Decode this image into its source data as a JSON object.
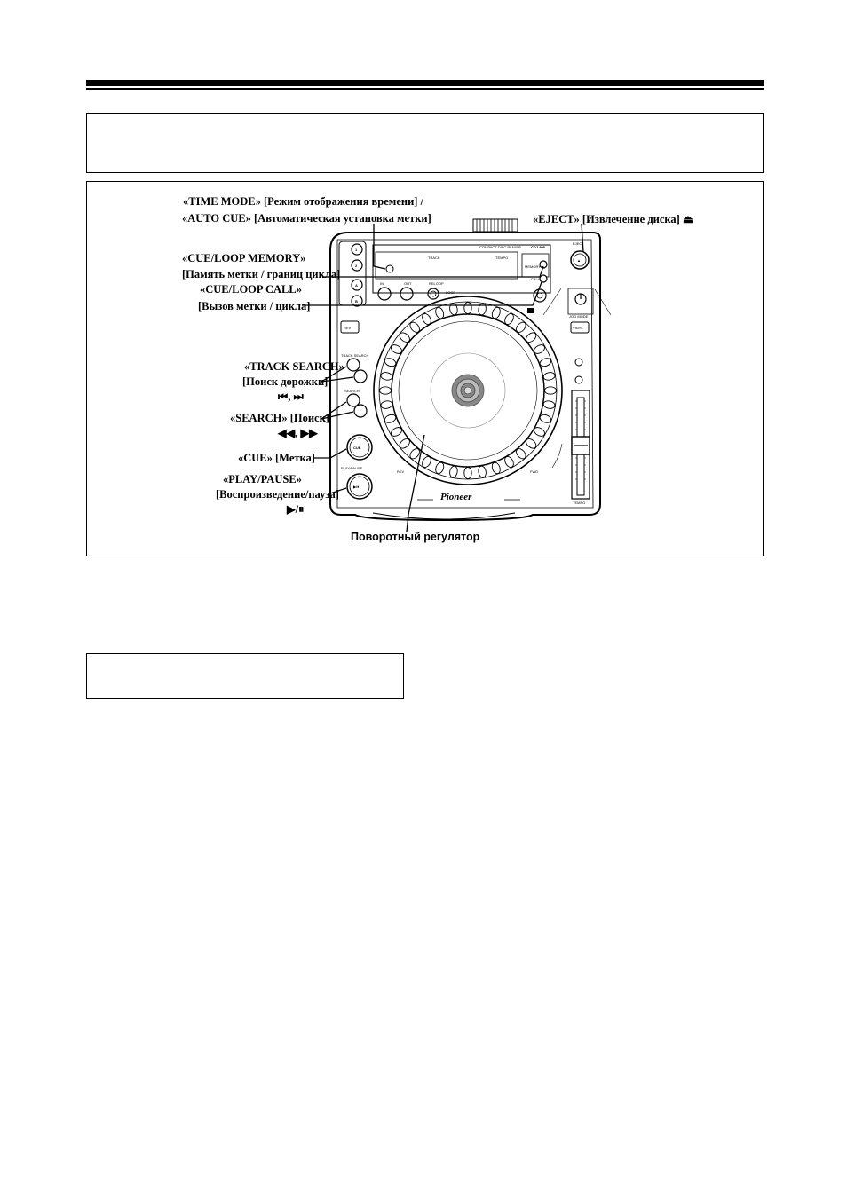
{
  "labels": {
    "time_mode": "«TIME MODE» [Режим отображения времени] /",
    "auto_cue": "«AUTO CUE» [Автоматическая установка метки]",
    "cue_loop_memory": "«CUE/LOOP MEMORY»",
    "cue_loop_memory_ru": "[Память метки / границ цикла]",
    "cue_loop_call": "«CUE/LOOP CALL»",
    "cue_loop_call_ru": "[Вызов метки / цикла]",
    "track_search": "«TRACK SEARCH»",
    "track_search_ru": "[Поиск дорожки]",
    "track_search_sym": "⏮, ⏭",
    "search": "«SEARCH» [Поиск]",
    "search_sym": "◀◀, ▶▶",
    "cue": "«CUE» [Метка]",
    "play_pause": "«PLAY/PAUSE»",
    "play_pause_ru": "[Воспроизведение/пауза]",
    "play_pause_sym": "▶/⏸",
    "eject": "«EJECT» [Извлечение диска] ⏏",
    "jog": "Поворотный регулятор"
  },
  "device": {
    "brand": "Pioneer",
    "model": "CDJ-800",
    "model_caption": "COMPACT DISC PLAYER",
    "display_track": "TRACK",
    "display_tempo": "TEMPO",
    "btn_eject": "EJECT",
    "btn_memory": "MEMORY",
    "btn_call": "CALL",
    "btn_cue": "CUE",
    "btn_play": "▶/⏸",
    "btn_rev": "REV",
    "btn_vinyl": "VINYL",
    "jog_mode": "JOG MODE",
    "tempo": "TEMPO",
    "loop": "LOOP",
    "reloop": "RELOOP",
    "in": "IN",
    "out": "OUT",
    "hot_1": "1",
    "hot_2": "2",
    "hot_a": "A",
    "hot_b": "B",
    "track_search_cap": "TRACK SEARCH",
    "search_cap": "SEARCH",
    "play_pause_cap": "PLAY/PAUSE",
    "rev_label": "REV",
    "fwd_label": "FWD"
  }
}
